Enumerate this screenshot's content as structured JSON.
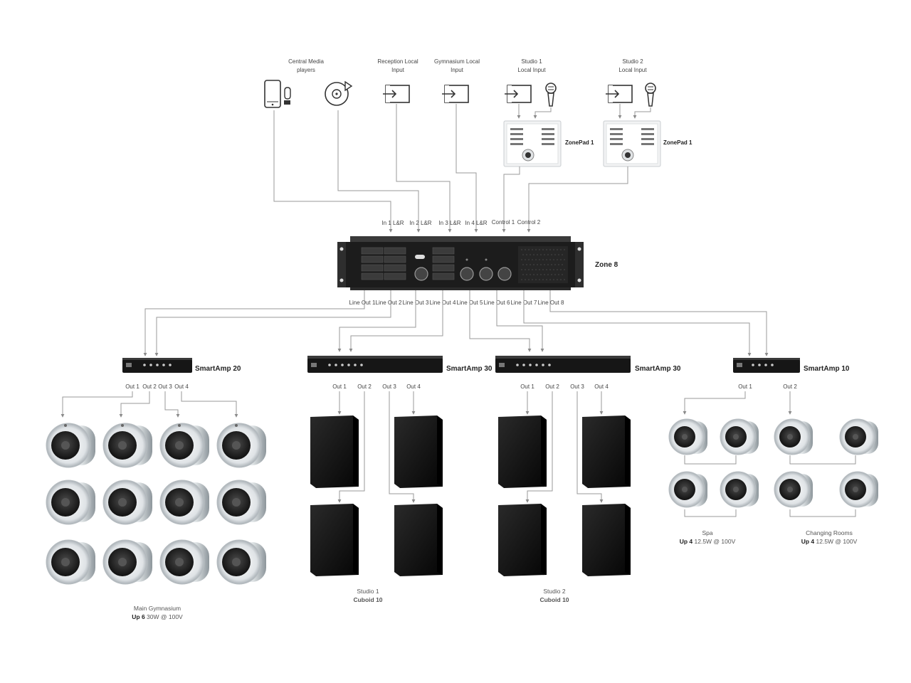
{
  "inputs": [
    {
      "label1": "Central Media",
      "label2": "players",
      "icon": "tablet-icon"
    },
    {
      "label1": "",
      "label2": "",
      "icon": "cd-player-icon"
    },
    {
      "label1": "Reception  Local",
      "label2": "Input",
      "icon": "input-icon"
    },
    {
      "label1": "Gymnasium Local",
      "label2": "Input",
      "icon": "input-icon"
    },
    {
      "label1": "Studio 1",
      "label2": "Local Input",
      "icon": "input-icon"
    },
    {
      "label1": "Studio 2",
      "label2": "Local Input",
      "icon": "input-icon"
    }
  ],
  "zonepads": [
    "ZonePad 1",
    "ZonePad 1"
  ],
  "processor": {
    "name": "Zone 8",
    "inputs": [
      "In 1 L&R",
      "In 2 L&R",
      "In 3 L&R",
      "In 4 L&R",
      "Control 1",
      "Control 2"
    ],
    "outputs": [
      "Line Out 1",
      "Line Out 2",
      "Line Out 3",
      "Line Out 4",
      "Line Out 5",
      "Line Out 6",
      "Line Out 7",
      "Line Out 8"
    ]
  },
  "amps": [
    {
      "name": "SmartAmp 20",
      "outs": [
        "Out 1",
        "Out 2",
        "Out 3",
        "Out 4"
      ]
    },
    {
      "name": "SmartAmp 30",
      "outs": [
        "Out 1",
        "Out 2",
        "Out 3",
        "Out 4"
      ]
    },
    {
      "name": "SmartAmp 30",
      "outs": [
        "Out 1",
        "Out 2",
        "Out 3",
        "Out 4"
      ]
    },
    {
      "name": "SmartAmp 10",
      "outs": [
        "Out 1",
        "Out 2"
      ]
    }
  ],
  "zones": [
    {
      "name": "Main Gymnasium",
      "bold": "Up 6",
      "rest": " 30W @ 100V"
    },
    {
      "name": "Studio 1",
      "bold": "Cuboid 10",
      "rest": ""
    },
    {
      "name": "Studio 2",
      "bold": "Cuboid 10",
      "rest": ""
    },
    {
      "name": "Spa",
      "bold": "Up 4",
      "rest": " 12.5W @ 100V"
    },
    {
      "name": "Changing Rooms",
      "bold": "Up 4",
      "rest": " 12.5W @ 100V"
    }
  ]
}
